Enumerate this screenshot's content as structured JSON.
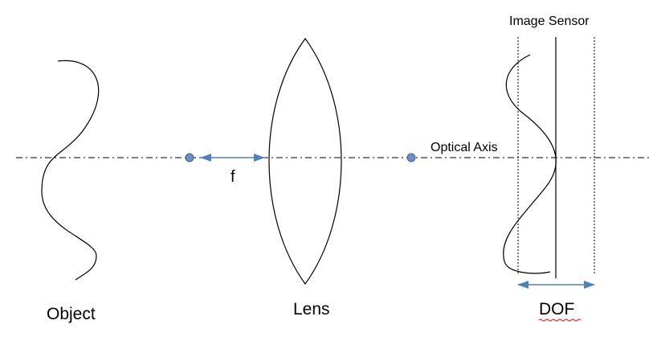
{
  "labels": {
    "object": "Object",
    "lens": "Lens",
    "dof": "DOF",
    "image_sensor": "Image Sensor",
    "optical_axis": "Optical Axis",
    "focal_length": "f"
  },
  "colors": {
    "stroke": "#000000",
    "accent": "#4f81bd",
    "accent_fill": "#6f8fc4",
    "spellcheck": "#ff0000"
  }
}
